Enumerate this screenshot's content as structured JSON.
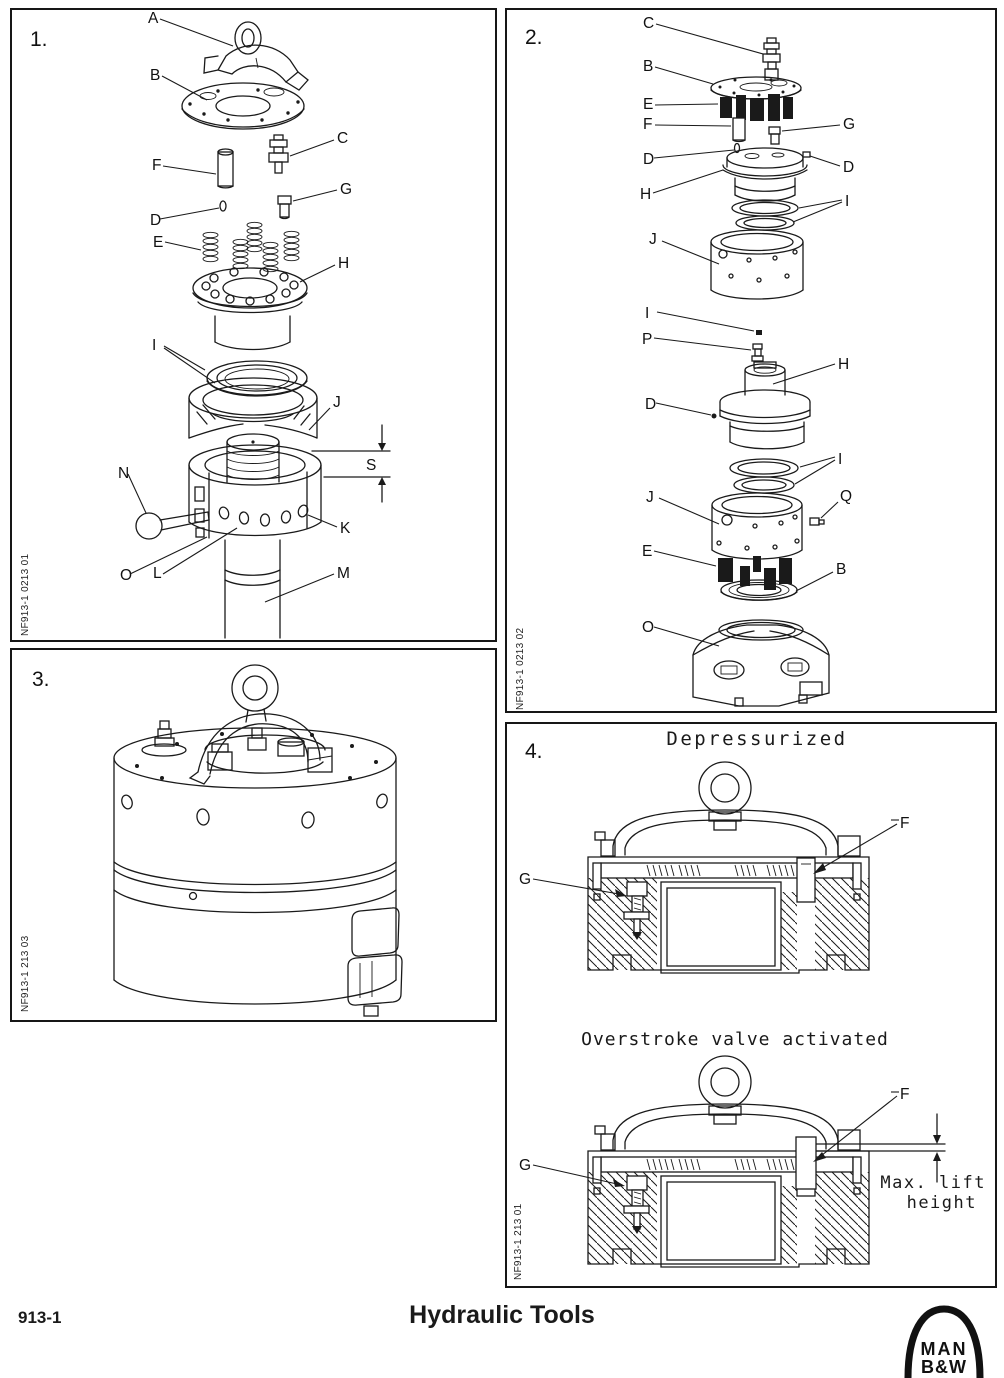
{
  "footer": {
    "section_ref": "913-1",
    "title": "Hydraulic Tools"
  },
  "logo": {
    "line1": "MAN",
    "line2": "B&W"
  },
  "panel1": {
    "number": "1.",
    "doc_ref": "NF913-1 0213 01",
    "labels": {
      "A": "A",
      "B": "B",
      "C": "C",
      "D": "D",
      "E": "E",
      "F": "F",
      "G": "G",
      "H": "H",
      "I": "I",
      "J": "J",
      "K": "K",
      "L": "L",
      "M": "M",
      "N": "N",
      "O": "O",
      "S": "S"
    }
  },
  "panel2": {
    "number": "2.",
    "doc_ref": "NF913-1 0213 02",
    "labels": {
      "B": "B",
      "C": "C",
      "D": "D",
      "E": "E",
      "F": "F",
      "G": "G",
      "H": "H",
      "I": "I",
      "J": "J",
      "O": "O",
      "P": "P",
      "Q": "Q"
    }
  },
  "panel3": {
    "number": "3.",
    "doc_ref": "NF913-1 213 03"
  },
  "panel4": {
    "number": "4.",
    "doc_ref": "NF913-1 213 01",
    "caption_depressurized": "Depressurized",
    "caption_overstroke": "Overstroke valve activated",
    "max_lift_line1": "Max. lift",
    "max_lift_line2": "height",
    "labels": {
      "F": "F",
      "G": "G"
    }
  },
  "colors": {
    "ink": "#1a1a1a",
    "paper": "#ffffff"
  }
}
